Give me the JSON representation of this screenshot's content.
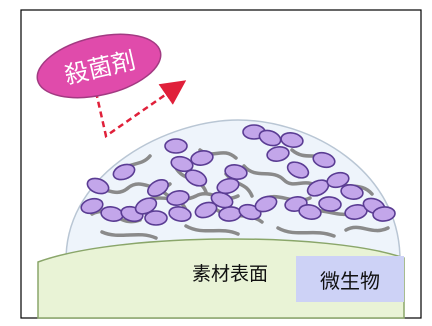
{
  "labels": {
    "disinfectant": "殺菌剤",
    "material_surface": "素材表面",
    "microorganism": "微生物"
  },
  "colors": {
    "disinfectant_fill": "#e04bab",
    "disinfectant_text": "#ffffff",
    "arrow": "#e0203a",
    "surface_fill": "#e9f3d6",
    "surface_stroke": "#8aa66a",
    "dome_fill": "#eef4fb",
    "dome_stroke": "#b9c6d4",
    "microbe_fill": "#c3a6ea",
    "microbe_stroke": "#5a3c93",
    "fiber": "#8a8a8a",
    "micro_label_bg": "#cdd2f6",
    "border": "#000000"
  }
}
